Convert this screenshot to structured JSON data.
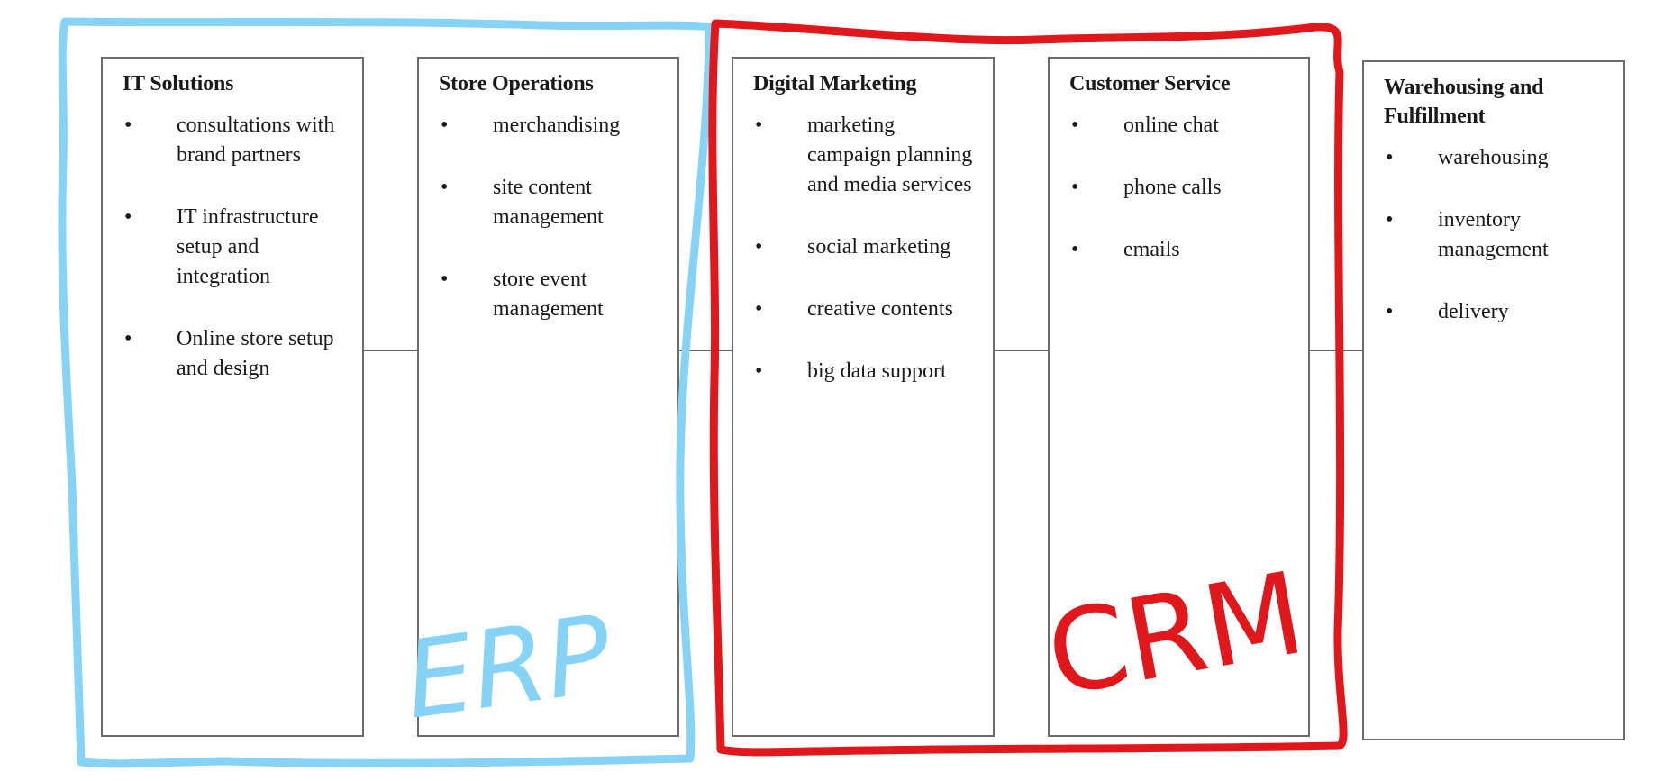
{
  "boxes": [
    {
      "title": "IT Solutions",
      "items": [
        "consultations with brand partners",
        "IT infrastructure setup and integration",
        "Online store setup and design"
      ]
    },
    {
      "title": "Store Operations",
      "items": [
        "merchandising",
        "site content management",
        "store event management"
      ]
    },
    {
      "title": "Digital Marketing",
      "items": [
        "marketing campaign planning and media services",
        "social marketing",
        "creative contents",
        "big data support"
      ]
    },
    {
      "title": "Customer Service",
      "items": [
        "online chat",
        "phone calls",
        "emails"
      ]
    },
    {
      "title": "Warehousing and Fulfillment",
      "items": [
        "warehousing",
        "inventory management",
        "delivery"
      ]
    }
  ],
  "bullet": "•",
  "annotations": {
    "erp": {
      "label": "ERP",
      "color": "#87d3f5"
    },
    "crm": {
      "label": "CRM",
      "color": "#e0171b"
    }
  }
}
